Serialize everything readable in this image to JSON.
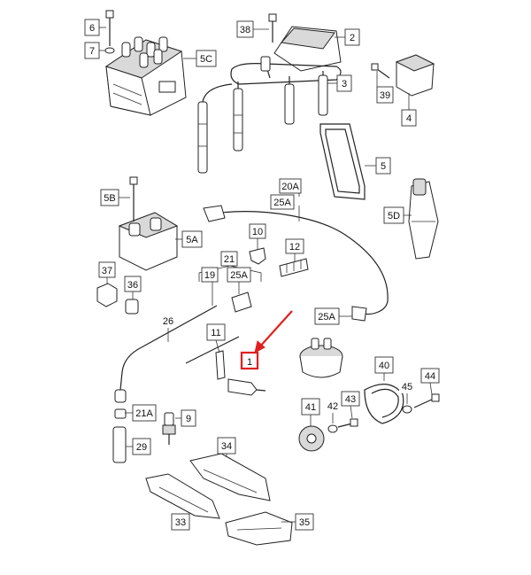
{
  "diagram": {
    "callouts": [
      {
        "id": "c6",
        "text": "6"
      },
      {
        "id": "c7",
        "text": "7"
      },
      {
        "id": "c5c",
        "text": "5C"
      },
      {
        "id": "c38",
        "text": "38"
      },
      {
        "id": "c2",
        "text": "2"
      },
      {
        "id": "c3",
        "text": "3"
      },
      {
        "id": "c39",
        "text": "39"
      },
      {
        "id": "c4",
        "text": "4"
      },
      {
        "id": "c5",
        "text": "5"
      },
      {
        "id": "c5b",
        "text": "5B"
      },
      {
        "id": "c5a",
        "text": "5A"
      },
      {
        "id": "c20a",
        "text": "20A"
      },
      {
        "id": "c25a_top",
        "text": "25A"
      },
      {
        "id": "c5d",
        "text": "5D"
      },
      {
        "id": "c10",
        "text": "10"
      },
      {
        "id": "c12",
        "text": "12"
      },
      {
        "id": "c21",
        "text": "21"
      },
      {
        "id": "c19",
        "text": "19"
      },
      {
        "id": "c25a_mid",
        "text": "25A"
      },
      {
        "id": "c37",
        "text": "37"
      },
      {
        "id": "c36",
        "text": "36"
      },
      {
        "id": "c26",
        "text": "26"
      },
      {
        "id": "c25a_right",
        "text": "25A"
      },
      {
        "id": "c11",
        "text": "11"
      },
      {
        "id": "c1",
        "text": "1"
      },
      {
        "id": "c40",
        "text": "40"
      },
      {
        "id": "c45",
        "text": "45"
      },
      {
        "id": "c44",
        "text": "44"
      },
      {
        "id": "c41",
        "text": "41"
      },
      {
        "id": "c42",
        "text": "42"
      },
      {
        "id": "c43",
        "text": "43"
      },
      {
        "id": "c21a",
        "text": "21A"
      },
      {
        "id": "c9",
        "text": "9"
      },
      {
        "id": "c29",
        "text": "29"
      },
      {
        "id": "c34",
        "text": "34"
      },
      {
        "id": "c33",
        "text": "33"
      },
      {
        "id": "c35",
        "text": "35"
      }
    ],
    "highlight_color": "#e02020",
    "line_color": "#222222"
  }
}
